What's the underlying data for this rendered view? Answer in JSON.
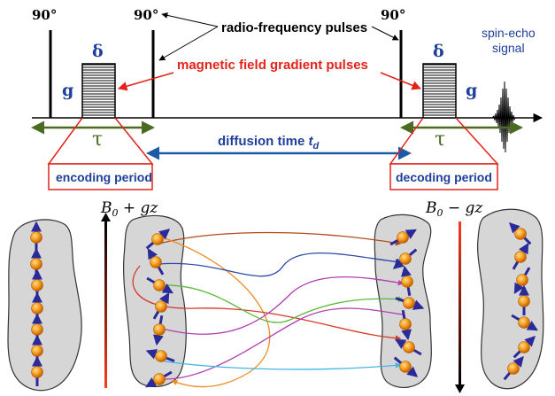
{
  "labels": {
    "angle_90": "90°",
    "rf_pulses": "radio-frequency pulses",
    "delta": "δ",
    "g": "g",
    "gradient_pulses": "magnetic field gradient pulses",
    "spin_echo": "spin-echo",
    "signal": "signal",
    "tau": "τ",
    "diffusion_time": "diffusion time",
    "t": "t",
    "d": "d",
    "encoding_period": "encoding period",
    "decoding_period": "decoding period",
    "b0": "B",
    "b0_sub": "0",
    "plus_gz": " + gz",
    "minus_gz": " − gz"
  },
  "colors": {
    "rf_text": "#000000",
    "gradient_text": "#e2231a",
    "label_blue": "#1f3f9a",
    "axis_green": "#4a6b21",
    "diffusion_arrow": "#1f5aa6",
    "box_red": "#e2231a",
    "cell_fill": "#d6d6d6",
    "spin": "#f29e22",
    "spin_arrow": "#2a2a9a"
  },
  "legend": {
    "increasing_field_left": "red-to-black gradient bar pointing up",
    "decreasing_field_right": "red-to-black gradient bar pointing down"
  }
}
